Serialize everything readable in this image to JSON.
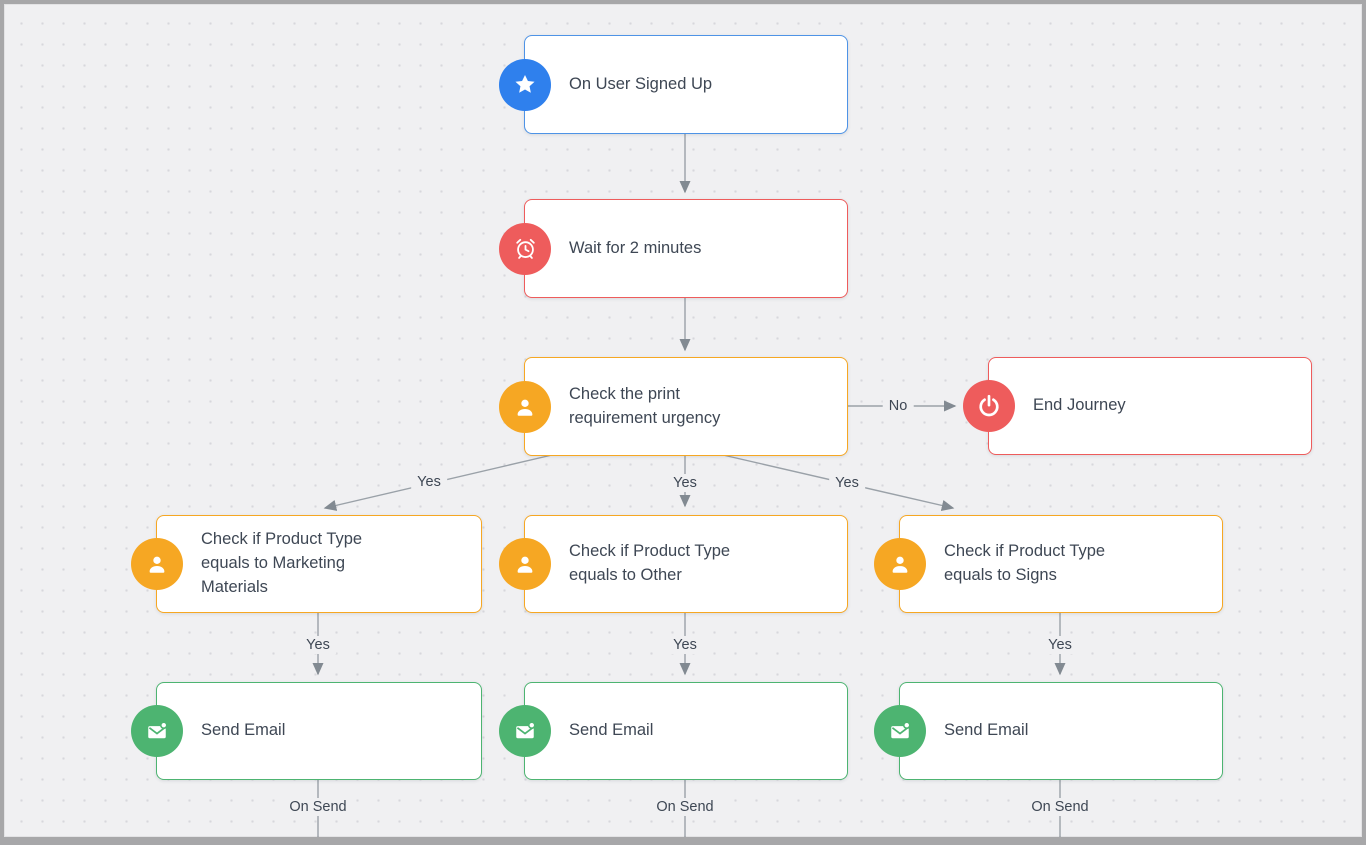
{
  "canvas": {
    "background": "#f0f0f2",
    "grid_dot_color": "#d7d7dc",
    "frame_color": "#a7a7a9",
    "connector_color": "#9aa1a8"
  },
  "colors": {
    "trigger_border_blue": "#4e93e6",
    "trigger_icon_blue": "#2f80ed",
    "red": "#ee5c5c",
    "orange": "#f6a723",
    "green": "#4db471",
    "node_text": "#3e4754"
  },
  "nodes": {
    "trigger": {
      "label": "On User Signed Up",
      "icon": "star-icon"
    },
    "wait": {
      "label": "Wait for 2 minutes",
      "icon": "alarm-clock-icon"
    },
    "check_urgency": {
      "label": "Check the print requirement urgency",
      "icon": "person-icon"
    },
    "end_journey": {
      "label": "End Journey",
      "icon": "power-icon"
    },
    "check_marketing": {
      "label": "Check if Product Type equals to Marketing Materials",
      "icon": "person-icon"
    },
    "check_other": {
      "label": "Check if Product Type equals to Other",
      "icon": "person-icon"
    },
    "check_signs": {
      "label": "Check if Product Type equals to Signs",
      "icon": "person-icon"
    },
    "send_marketing": {
      "label": "Send Email",
      "icon": "email-icon"
    },
    "send_other": {
      "label": "Send Email",
      "icon": "email-icon"
    },
    "send_signs": {
      "label": "Send Email",
      "icon": "email-icon"
    }
  },
  "edge_labels": {
    "check_to_end": "No",
    "check_to_marketing": "Yes",
    "check_to_other": "Yes",
    "check_to_signs": "Yes",
    "marketing_to_send": "Yes",
    "other_to_send": "Yes",
    "signs_to_send": "Yes",
    "send_marketing_out": "On Send",
    "send_other_out": "On Send",
    "send_signs_out": "On Send"
  }
}
